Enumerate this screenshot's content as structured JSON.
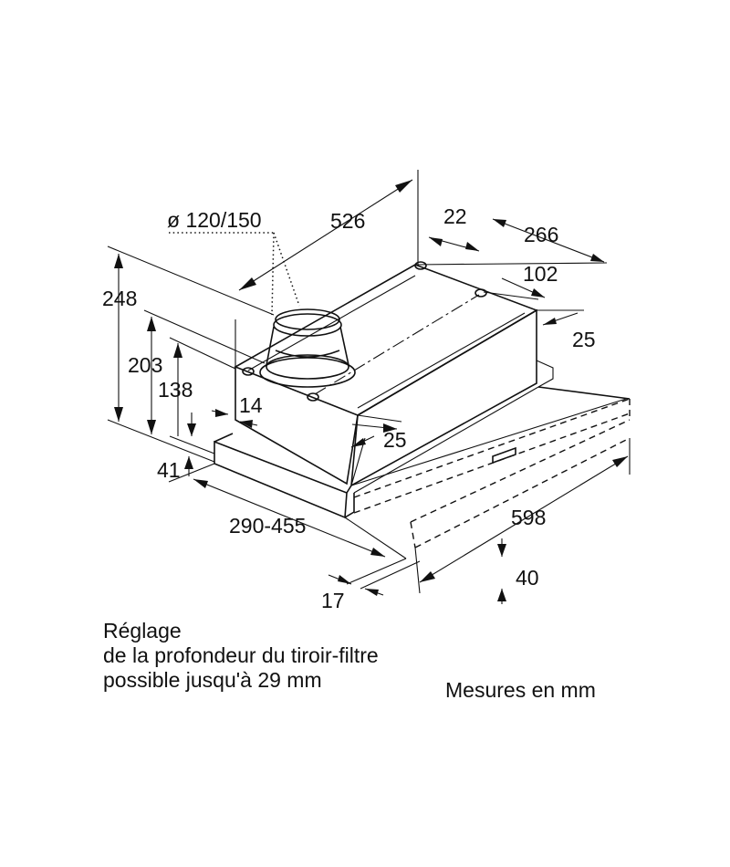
{
  "diagram": {
    "labels": {
      "diameter": "ø 120/150",
      "width_526": "526",
      "d22": "22",
      "d266": "266",
      "d102": "102",
      "d25_right": "25",
      "d248": "248",
      "d203": "203",
      "d138": "138",
      "d14": "14",
      "d25_front": "25",
      "d41": "41",
      "d290_455": "290-455",
      "d598": "598",
      "d40": "40",
      "d17": "17"
    }
  },
  "caption": {
    "lines": [
      "Réglage",
      "de la profondeur du tiroir-filtre",
      "possible jusqu'à 29 mm"
    ],
    "units": "Mesures en mm"
  }
}
